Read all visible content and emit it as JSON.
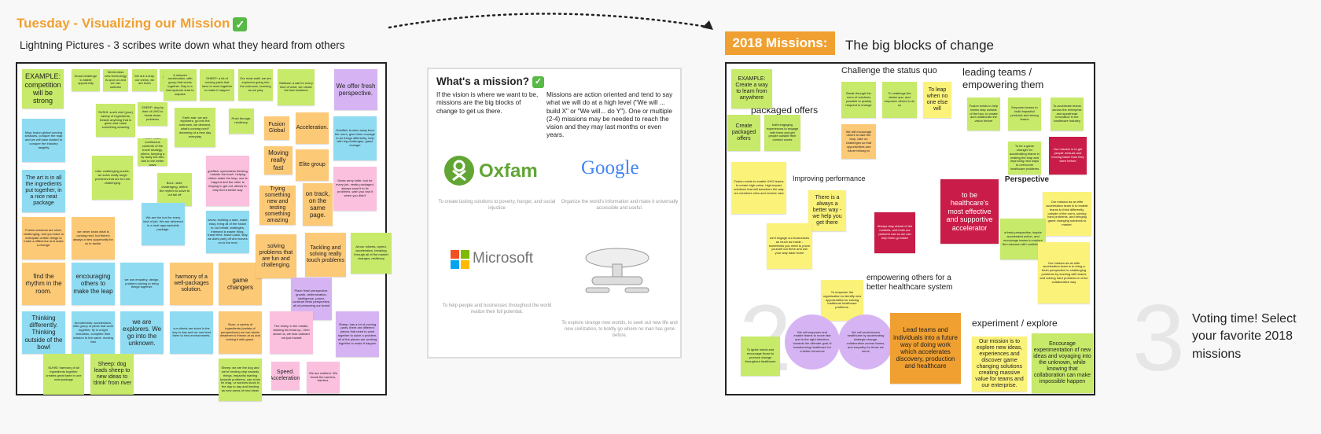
{
  "left": {
    "title": "Tuesday - Visualizing our Mission",
    "check": "✓",
    "subtitle": "Lightning Pictures - 3 scribes write down what they heard from others",
    "notes": [
      "EXAMPLE: competition will be strong",
      "broad challenge to stable opportunity",
      "World class new technology is upon us and we can outlearn",
      "We are a ship, our crews, we are team",
      "We might blow up the end",
      "A network acceleration, with group that works together. Ray is a fast spanner lead to outpace",
      "SHEEP: a lot of moving parts that have to work together to make it happen",
      "Our most swift, we are explorers going into the unknown, learning as we play",
      "Sailboat: a sail for every kind of wind, we create the fast solutions",
      "We offer fresh perspective.",
      "Map: fusion global running sessions, conquer the map and we will have started to conquer the industry tangibly",
      "SUSHI: sushi chef (your) variety of ingredients, beside anything that is given and make something amazing",
      "SHEEP: dog by their of UHG to break down problems",
      "Earth star: we are explorers, go into the unknown, we demand, what's coming next? dreaming of a new day everyday",
      "Push through, resiliency.",
      "Fusion Global",
      "Acceleration.",
      "Goldfish: broken away from the norm, give them courage to do things differently, help with big challenges, game changer",
      "The art is in all the ingredients put together, in a nice neat package",
      "FUSH: team, continuous contents of the travel strategy, others, keeping a fly away but also fast to the better ways",
      "rails: challenging puzzle, we solve really tough problems that are fun but challenging",
      "BoLL: start, challenging, define the rhythm to solve to cut fall off",
      "goldfish: symbolizes thinking 'outside the bowl', helping others make the leap, one is trapped and the other is leaping to get out, allows to help find a better way",
      "Moving really fast",
      "Elite group",
      "Swiss army knife: tool for every job, neatly packaged, always want it to fix problems, wish you had it when you didn't",
      "Fusion sessions are short, challenging, and you have to anticipate certain things to make a difference and make a change.",
      "we never know what is coming next, but there's always a new opportunity for us to tackle.",
      "We are the tool for every kind of job. We are delivered in a neat approachable package.",
      "arrow: building a start, make easy, bring all of the fusion to our behalf, strategies, intersect is easier thing, travel time, fusion pack, stay as does party off and moves on to the next",
      "Trying something new and testing something amazing",
      "on track, on the same page.",
      "find the rhythm in the room.",
      "encouraging others to make the leap",
      "we use empathy, design, problem solving to bring things together.",
      "harmony of a well-packages solution.",
      "game changers",
      "solving problems that are fun and challenging.",
      "Tackling and solving really touch problems",
      "Arrow: wheels, speed, acceleration, breaking through all of the market changes, resiliency",
      "Thinking differently. Thinking outside of the bowl",
      "thunderbirds: acceleration, elite group of pilots that work together, fly in a tight formation, complete their mission to the same, moving fast",
      "we are explorers. We go into the unknown.",
      "our clients are stuck in the day to day and we can lead them to new environments.",
      "Sturn: a variety of ingredients (variety of perspectives) we can tackle whatever is thrown at us and solving it with grace.",
      "Plant: fresh perspective, growth, determination, intelligence, power, continue fresh perspective, all of pressuring our brand",
      "The sheep in the middle, sticking his head up, I feel about us, we look outward not just inward",
      "Sheep: has a lot of moving parts, there are different pieces that need to work together to solve a problem, all of the pieces are working together to make it happen",
      "SUHSI: harmony of all ingredients together creates great taste in one neat package",
      "Sheep: dog leads sheep to new ideas to 'drink' from river",
      "Sheep: we are the dog and we're herding ship towards things, impactful starting towards problems, can at we fix drag, or workers stuck in the day to day and leading as new areas of new ideas",
      "Speed. Acceleration.",
      "We are resilient. We break the barriers, barriers."
    ]
  },
  "info": {
    "title": "What's a mission?",
    "check": "✓",
    "col1": "If the vision is where we want to be, missions are the big blocks of change to get us there.",
    "col2": "Missions are action oriented and tend to say what we will do at a high level (\"We will ... build X\" or \"We will... do Y\"). One or multiple (2-4) missions may be needed to reach the vision and they may last months or even years.",
    "oxfam": "Oxfam",
    "oxfam_caption": "To create lasting solutions to poverty, hunger, and social injustice",
    "google": "Google",
    "google_caption": "Organize the world's information and make it universally accessible and useful.",
    "microsoft": "Microsoft",
    "microsoft_caption": "To help people and businesses throughout the world realize their full potential.",
    "enterprise_caption": "To explore strange new worlds, to seek out new life and new civilization, to boldly go where no man has gone before."
  },
  "right": {
    "tag": "2018 Missions:",
    "subtitle": "The big blocks of change",
    "labels": {
      "challenge": "Challenge the status quo",
      "leading": "leading teams / empowering them",
      "packaged": "packaged offers",
      "improving": "Improving performance",
      "fresh": "Fresh Perspective",
      "empowering": "empowering others for a better healthcare system",
      "experiment": "experiment / explore",
      "big_number_2": "2",
      "big_number_3": "3"
    },
    "notes": [
      "EXAMPLE: Create a way to learn from anywhere",
      "Break through the norm of solutions possible to quickly respond to change",
      "To challenge the status quo, and empower others to do so",
      "To leap when no one else will",
      "Fusion exists to help teams step outside of the box, to create and collaborate the vision before",
      "Empower teams to build impactful products and strong teams",
      "To accelerate teams across the enterprise and spearhead innovation in the healthcare industry",
      "Create packaged offers",
      "build engaging experiences to engage with them and get people outside their comfort zones",
      "We will encourage others to take the leap, take on challenges so that opportunities and future belong to",
      "To be a game changer for accelerating teams in making the leap and improving new ways to overcome healthcare problems",
      "Our mission is to get people unstuck and moving faster than they were before",
      "Fusion exists to enable UHG teams to create high-value, high-impact solutions that will transform the way our members view and receive care",
      "There is a always a better way - we help you get there",
      "to be healthcare's most effective and supportive accelerator",
      "Our mission as an elite acceleration team is to enable teams to think differently, outside of the norm, solving hard problems, and bringing game changing solutions to market.",
      "we'll engage our businesses as much as inside - sometimes you need to prove yourself out there and win your way back home",
      "Always stay ahead of the markets, and tools our partners use so we can help them go faster",
      "a fresh perspective, inspire accelerated action, and encourage teams to explore the unknown with confidence.",
      "Our mission as an elite acceleration team is to bring a fresh perspective to challenging problems by working with teams and solving hard problems in a fun collaborative way",
      "To empower the organization to identify new opportunities for solving traditional healthcare problems.",
      "To ignite minds and encourage those to produce change throughout healthcare",
      "We will empower and enable teams to move fast and in the right direction, towards the ultimate goal of transforming healthcare for a better tomorrow",
      "We will revolutionize healthcare by accelerating strategic change, collaboration across teams, and empathy for those we serve",
      "Lead teams and individuals into a future way of doing work which accelerates discovery, production and healthcare",
      "Our mission is to explore new ideas, experiences and discover game changing solutions creating massive value for teams and our enterprise.",
      "Encourage experimentation of new ideas and voyaging into the unknown, while knowing that collaboration can make impossible happen"
    ],
    "voting": "Voting time! Select your favorite 2018 missions"
  },
  "colors": {
    "orange": "#f0a030",
    "yellow_green": "#c7ea6a",
    "yellow": "#fbf27a",
    "blue": "#8fdcf2",
    "orange_note": "#fcc977",
    "pink": "#fbc0de",
    "purple": "#d6b4f4",
    "crimson": "#c91c48",
    "check_green": "#58b947"
  }
}
